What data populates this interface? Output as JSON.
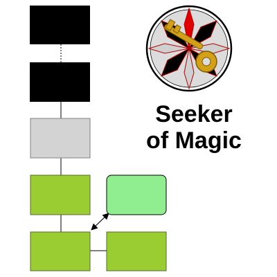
{
  "title": {
    "line1": "Seeker",
    "line2": "of Magic"
  },
  "logo": {
    "icon": "key-star-emblem-icon",
    "key_color": "#d4a017",
    "star_colors": [
      "#e10000",
      "#000000",
      "#c8c8c8"
    ]
  },
  "colors": {
    "box_black": "#000000",
    "box_gray": "#d3d3d3",
    "box_green": "#9acd32",
    "box_light_green": "#90ee90",
    "connector": "#000000"
  },
  "nodes": [
    {
      "id": "node-1",
      "style": "black"
    },
    {
      "id": "node-2",
      "style": "black"
    },
    {
      "id": "node-3",
      "style": "gray"
    },
    {
      "id": "node-4",
      "style": "green"
    },
    {
      "id": "node-5",
      "style": "light-green-rounded"
    },
    {
      "id": "node-6",
      "style": "green"
    },
    {
      "id": "node-7",
      "style": "green"
    }
  ],
  "edges": [
    {
      "from": "node-1",
      "to": "node-2",
      "style": "dotted"
    },
    {
      "from": "node-2",
      "to": "node-3",
      "style": "solid"
    },
    {
      "from": "node-3",
      "to": "node-4",
      "style": "solid"
    },
    {
      "from": "node-4",
      "to": "node-6",
      "style": "solid"
    },
    {
      "from": "node-6",
      "to": "node-7",
      "style": "solid"
    },
    {
      "from": "node-6",
      "to": "node-5",
      "style": "double-arrow"
    }
  ]
}
